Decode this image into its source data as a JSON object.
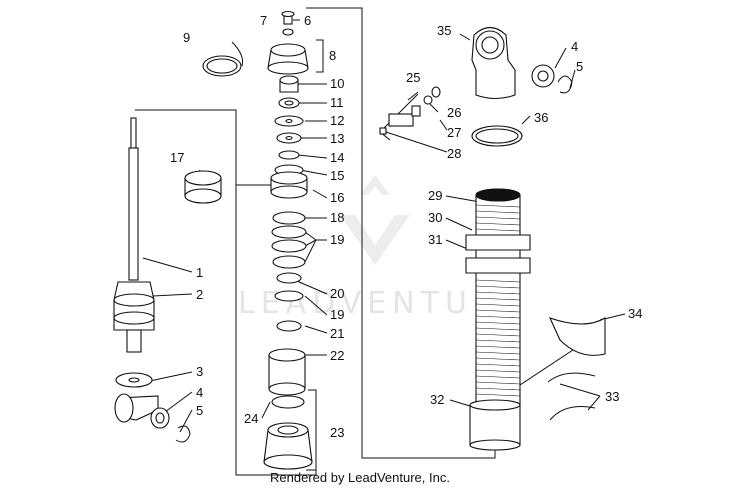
{
  "diagram": {
    "callouts": [
      "1",
      "2",
      "3",
      "4",
      "5",
      "6",
      "7",
      "8",
      "9",
      "10",
      "11",
      "12",
      "13",
      "14",
      "15",
      "16",
      "17",
      "18",
      "19",
      "20",
      "19",
      "21",
      "22",
      "23",
      "24",
      "25",
      "26",
      "27",
      "28",
      "29",
      "30",
      "31",
      "32",
      "33",
      "34",
      "35",
      "4",
      "5",
      "36"
    ],
    "watermark": "LEADVENTURE",
    "credit": "Rendered by LeadVenture, Inc."
  }
}
